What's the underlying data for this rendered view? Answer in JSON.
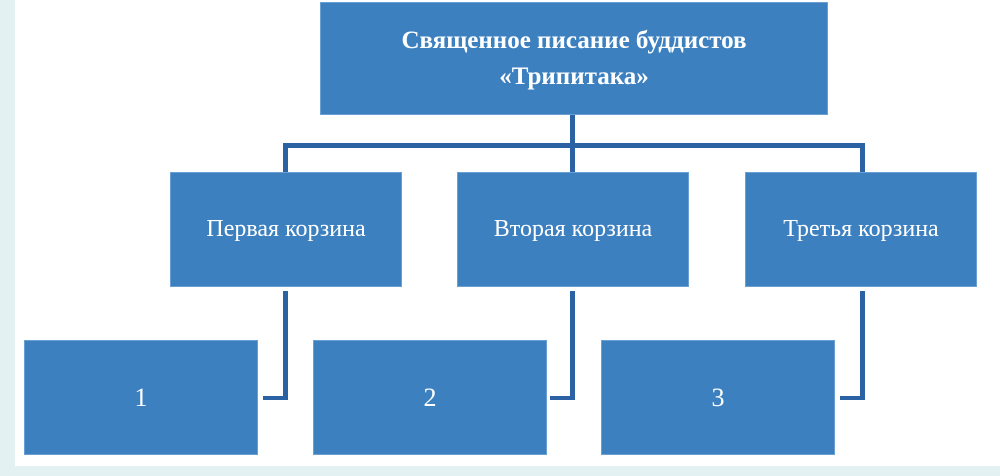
{
  "root": {
    "line1": "Священное писание буддистов",
    "line2": "«Трипитака»"
  },
  "level2": [
    {
      "label": "Первая корзина"
    },
    {
      "label": "Вторая корзина"
    },
    {
      "label": "Третья корзина"
    }
  ],
  "level3": [
    {
      "label": "1"
    },
    {
      "label": "2"
    },
    {
      "label": "3"
    }
  ],
  "colors": {
    "box": "#3d80c0",
    "connector": "#2a62a4",
    "frame": "#e4f1f3"
  }
}
